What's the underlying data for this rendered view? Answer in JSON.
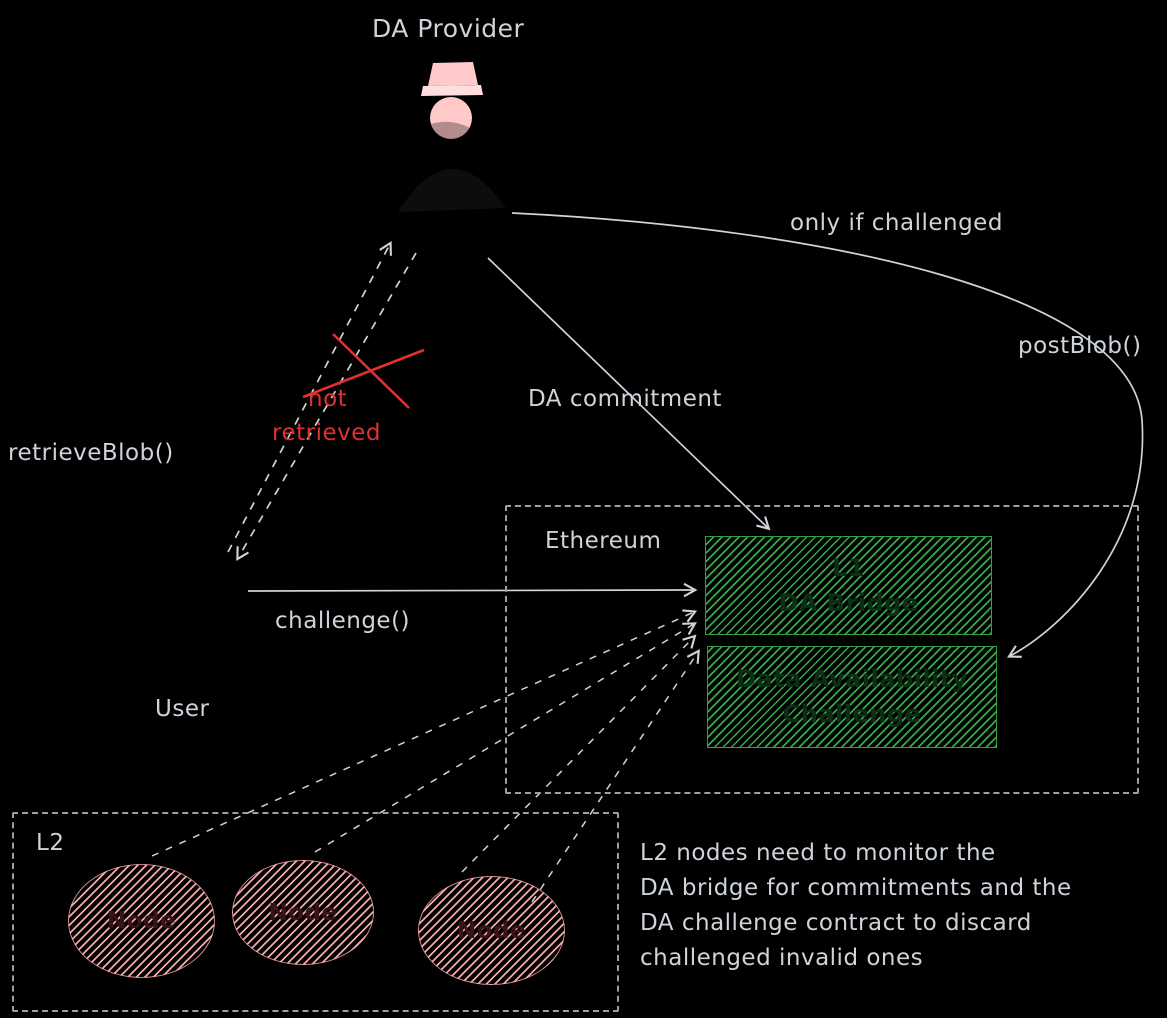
{
  "colors": {
    "background": "#000000",
    "stroke_grey": "#ced4da",
    "error_red": "#e03131",
    "contract_green": "#38b24d",
    "actor_pink": "#ffc9c9"
  },
  "actors": {
    "da_provider": "DA Provider",
    "user": "User"
  },
  "edges": {
    "retrieve_blob": "retrieveBlob()",
    "not_retrieved_line1": "not",
    "not_retrieved_line2": "retrieved",
    "da_commitment": "DA commitment",
    "only_if_challenged": "only if challenged",
    "post_blob": "postBlob()",
    "challenge": "challenge()"
  },
  "ethereum_box": {
    "label": "Ethereum",
    "bridge": {
      "line1": "L1",
      "line2": "DA Bridge"
    },
    "challenge_contract": {
      "line1": "Data Availability",
      "line2": "Challenge"
    }
  },
  "l2_box": {
    "label": "L2",
    "nodes": [
      {
        "label": "Node"
      },
      {
        "label": "Node"
      },
      {
        "label": "Node"
      }
    ]
  },
  "note": {
    "lines": [
      "L2 nodes need to monitor the",
      "DA bridge for commitments and the",
      "DA challenge contract to discard",
      "challenged invalid ones"
    ]
  }
}
